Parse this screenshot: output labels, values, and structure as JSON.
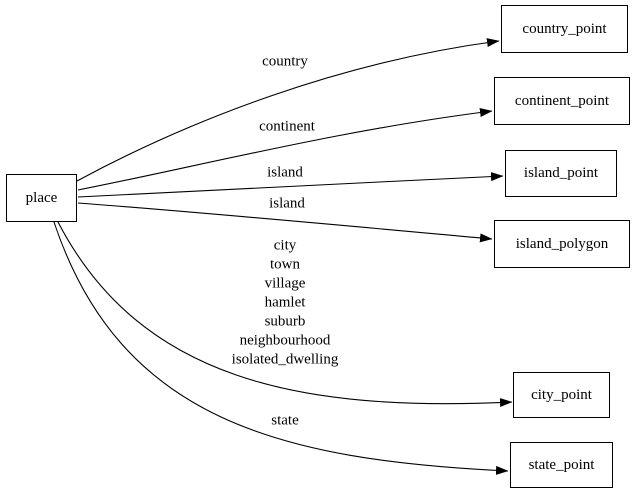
{
  "diagram": {
    "type": "directed-graph",
    "colors": {
      "bg": "#ffffff",
      "stroke": "#000000",
      "text": "#000000"
    },
    "nodes": [
      {
        "id": "place",
        "label": "place"
      },
      {
        "id": "country_point",
        "label": "country_point"
      },
      {
        "id": "continent_point",
        "label": "continent_point"
      },
      {
        "id": "island_point",
        "label": "island_point"
      },
      {
        "id": "island_polygon",
        "label": "island_polygon"
      },
      {
        "id": "city_point",
        "label": "city_point"
      },
      {
        "id": "state_point",
        "label": "state_point"
      }
    ],
    "edges": [
      {
        "from": "place",
        "to": "country_point",
        "label": "country"
      },
      {
        "from": "place",
        "to": "continent_point",
        "label": "continent"
      },
      {
        "from": "place",
        "to": "island_point",
        "label": "island"
      },
      {
        "from": "place",
        "to": "island_polygon",
        "label": "island"
      },
      {
        "from": "place",
        "to": "city_point",
        "label": "city\ntown\nvillage\nhamlet\nsuburb\nneighbourhood\nisolated_dwelling"
      },
      {
        "from": "place",
        "to": "state_point",
        "label": "state"
      }
    ]
  }
}
